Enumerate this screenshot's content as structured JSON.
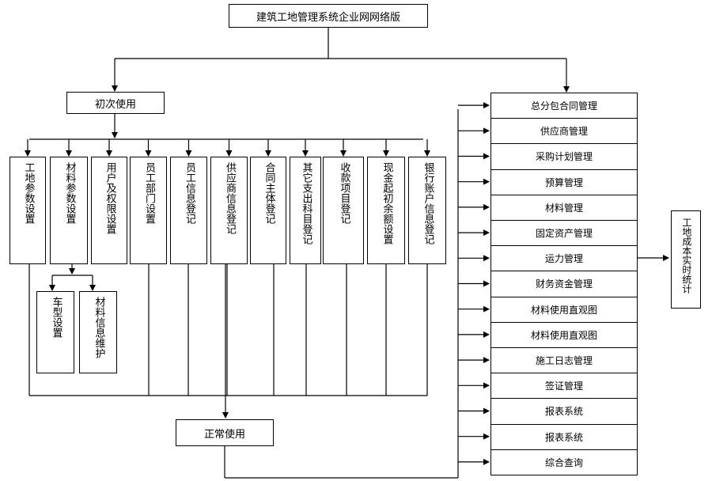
{
  "title": "建筑工地管理系统企业网网络版",
  "initial_use": "初次使用",
  "normal_use": "正常使用",
  "setup_items": [
    "工地参数设置",
    "材料参数设置",
    "用户及权限设置",
    "员工部门设置",
    "员工信息登记",
    "供应商信息登记",
    "合同主体登记",
    "其它支出科目登记",
    "收款项目登记",
    "现金起初余额设置",
    "银行账户信息登记"
  ],
  "sub_items": [
    "车型设置",
    "材料信息维护"
  ],
  "modules": [
    "总分包合同管理",
    "供应商管理",
    "采购计划管理",
    "预算管理",
    "材料管理",
    "固定资产管理",
    "运力管理",
    "财务资金管理",
    "材料使用直观图",
    "材料使用直观图",
    "施工日志管理",
    "签证管理",
    "报表系统",
    "报表系统",
    "综合查询"
  ],
  "cost_stats": "工地成本实时统计"
}
